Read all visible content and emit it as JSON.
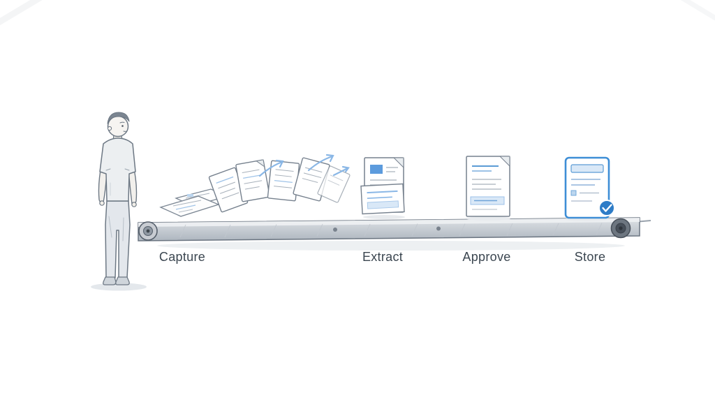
{
  "stages": [
    {
      "label": "Capture"
    },
    {
      "label": "Extract"
    },
    {
      "label": "Approve"
    },
    {
      "label": "Store"
    }
  ],
  "colors": {
    "accent_blue": "#3e8ed6",
    "badge_blue": "#2e7cc7",
    "light_blue": "#d9e8f7",
    "sketch_gray": "#76818e",
    "label_text": "#3b4650"
  },
  "icons": [
    "person-figure",
    "conveyor-belt",
    "scattered-documents",
    "clean-document",
    "approved-document",
    "stored-document",
    "checkmark-badge",
    "motion-arrows"
  ]
}
